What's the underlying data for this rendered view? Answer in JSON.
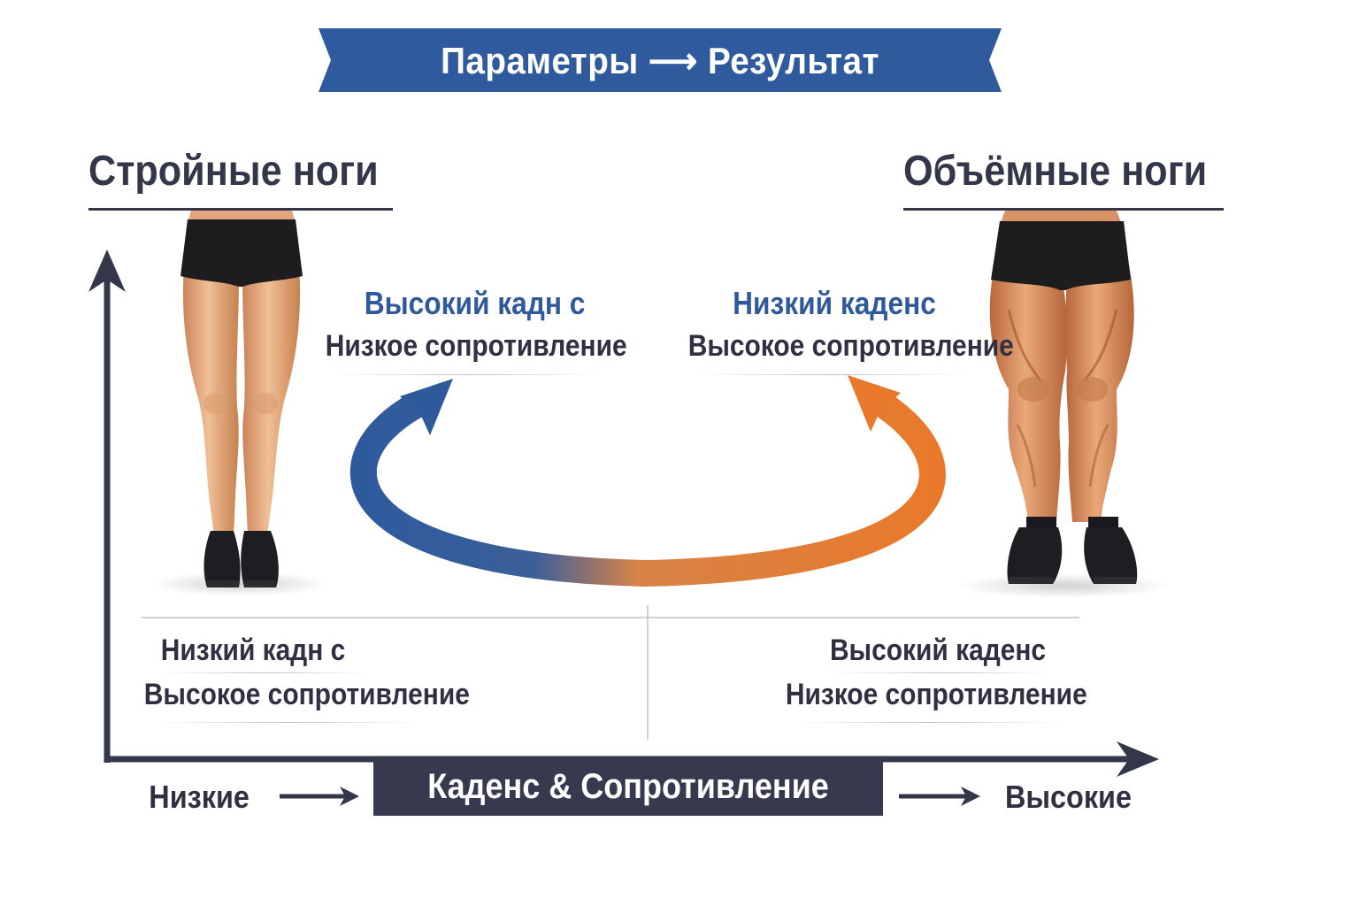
{
  "banner": {
    "title": "Параметры ⟶ Результат",
    "color": "#2f5b9e"
  },
  "left_column": {
    "heading": "Стройные ноги",
    "top_label": {
      "line1": "Высокий кадн с",
      "line2": "Низкое сопротивление"
    },
    "bottom_label": {
      "line1": "Низкий кадн с",
      "line2": "Высокое сопротивление"
    }
  },
  "right_column": {
    "heading": "Объёмные ноги",
    "top_label": {
      "line1": "Низкий каденс",
      "line2": "Высокое сопротивление"
    },
    "bottom_label": {
      "line1": "Высокий каденс",
      "line2": "Низкое сопротивление"
    }
  },
  "axis": {
    "label": "Каденс & Сопротивление",
    "low": "Низкие",
    "high": "Высокие"
  },
  "colors": {
    "accent_blue": "#2e5a9c",
    "accent_orange": "#e8792a",
    "dark": "#34364a",
    "skin": "#e6a779",
    "muscle_skin": "#d88a5a",
    "shorts": "#1d1d20"
  },
  "icons": {
    "slim_legs": "slim-legs-illustration",
    "muscular_legs": "muscular-legs-illustration",
    "cycle_arrow": "two-tone-cycle-arrow"
  }
}
